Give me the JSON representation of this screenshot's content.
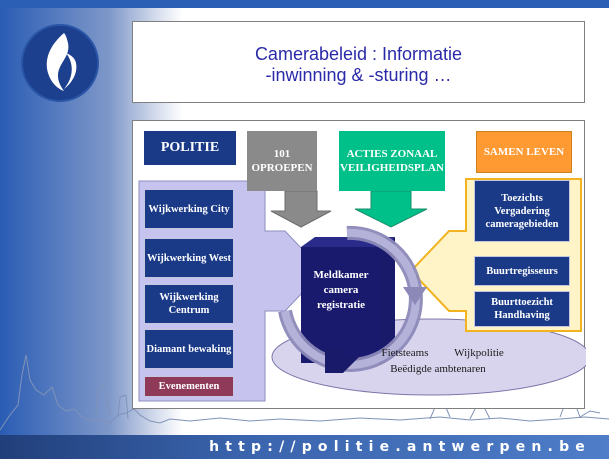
{
  "title": {
    "line1": "Camerabeleid : Informatie",
    "line2": "-inwinning & -sturing …"
  },
  "footer": {
    "url": "http://politie.antwerpen.be"
  },
  "logo": {
    "icon": "police-flame-logo-icon"
  },
  "diagram": {
    "politie": {
      "header": "POLITIE",
      "items": [
        "Wijkwerking City",
        "Wijkwerking West",
        "Wijkwerking Centrum",
        "Diamant bewaking"
      ],
      "last": "Evenementen"
    },
    "oproepen": "101 OPROEPEN",
    "acties": "ACTIES ZONAAL VEILIGHEIDSPLAN",
    "samen": "SAMEN LEVEN",
    "right_items": [
      "Toezichts Vergadering cameragebieden",
      "Buurtregisseurs",
      "Buurttoezicht Handhaving"
    ],
    "meldkamer": [
      "Meldkamer",
      "camera",
      "registratie"
    ],
    "ellipse": {
      "line1a": "Fietsteams",
      "line1b": "Wijkpolitie",
      "line2": "Beëdigde ambtenaren"
    }
  },
  "colors": {
    "politie_blue": "#1a3a88",
    "oproepen_gray": "#8a8a8a",
    "acties_green": "#00c08a",
    "samen_orange": "#ff9a33",
    "evenementen_maroon": "#8e3a58",
    "title_text": "#2a2aa8"
  }
}
